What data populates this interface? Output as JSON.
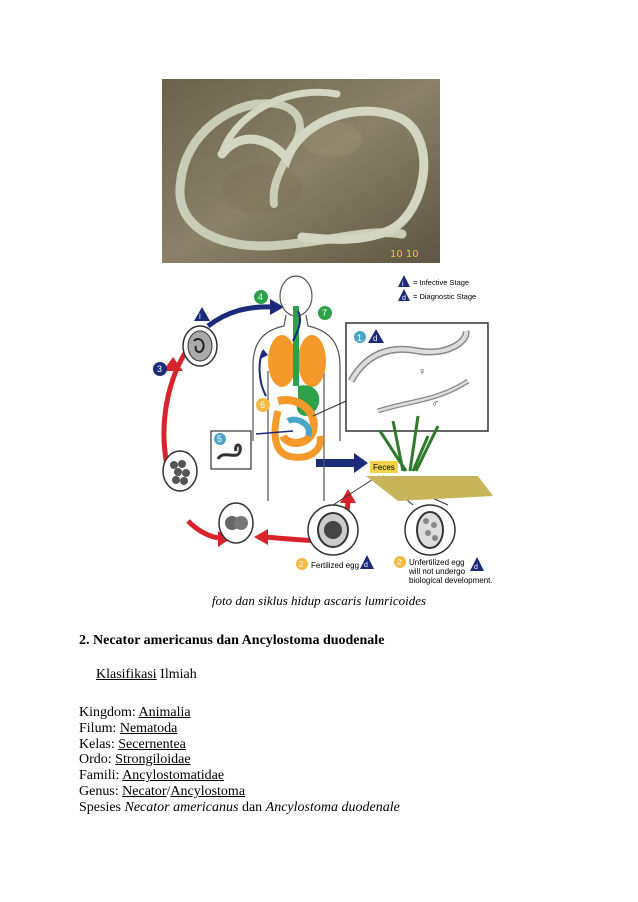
{
  "photo": {
    "timestamp": "10 10"
  },
  "diagram": {
    "legend": {
      "infective": "= Infective Stage",
      "diagnostic": "= Diagnostic Stage",
      "i_mark": "i",
      "d_mark": "d"
    },
    "steps": [
      "1",
      "2",
      "3",
      "4",
      "5",
      "6",
      "7"
    ],
    "feces_label": "Feces",
    "fertilized_label": "Fertilized egg",
    "unfertilized_label": [
      "Unfertilized egg",
      "will not undergo",
      "biological development."
    ],
    "female_symbol": "♀",
    "male_symbol": "♂"
  },
  "caption": "foto dan siklus hidup ascaris lumricoides",
  "section": {
    "heading": "2. Necator americanus dan Ancylostoma duodenale",
    "sub_link": "Klasifikasi",
    "sub_rest": " Ilmiah"
  },
  "classification": {
    "kingdom": {
      "label": "Kingdom: ",
      "value": "Animalia"
    },
    "filum": {
      "label": "Filum: ",
      "value": "Nematoda"
    },
    "kelas": {
      "label": "Kelas: ",
      "value": "Secernentea"
    },
    "ordo": {
      "label": "Ordo: ",
      "value": "Strongiloidae"
    },
    "famili": {
      "label": "Famili: ",
      "value": "Ancylostomatidae"
    },
    "genus": {
      "label": "Genus: ",
      "value1": "Necator",
      "sep": "/",
      "value2": "Ancylostoma"
    },
    "spesies": {
      "label": "Spesies ",
      "value1": "Necator americanus",
      "mid": " dan ",
      "value2": "Ancylostoma duodenale"
    }
  }
}
